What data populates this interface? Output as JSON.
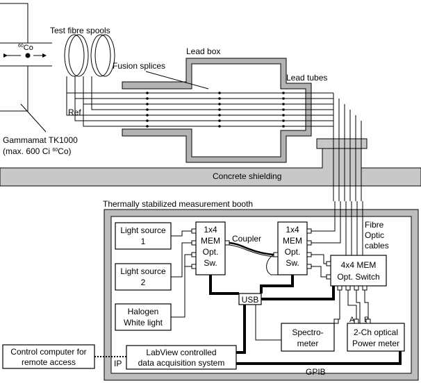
{
  "labels": {
    "source": "Co",
    "source_iso": "60",
    "test_fibre_spools": "Test fibre spools",
    "lead_box": "Lead box",
    "fusion_splices": "Fusion splices",
    "lead_tubes": "Lead tubes",
    "ref": "Ref",
    "gammamat_line1": "Gammamat TK1000",
    "gammamat_line2a": "(max. 600 Ci ",
    "gammamat_iso": "60",
    "gammamat_line2b": "Co)",
    "concrete_shielding": "Concrete shielding",
    "booth": "Thermally stabilized measurement booth",
    "fibre_optic_1": "Fibre",
    "fibre_optic_2": "Optic",
    "fibre_optic_3": "cables",
    "coupler": "Coupler",
    "usb": "USB",
    "gpib": "GPIB",
    "ip": "IP",
    "a": "A",
    "b": "B"
  },
  "boxes": {
    "light_source_1": [
      "Light source",
      "1"
    ],
    "light_source_2": [
      "Light source",
      "2"
    ],
    "halogen": [
      "Halogen",
      "White light"
    ],
    "mem_switch_1": [
      "1x4",
      "MEM",
      "Opt.",
      "Sw."
    ],
    "mem_switch_2": [
      "1x4",
      "MEM",
      "Opt.",
      "Sw."
    ],
    "mem_4x4": [
      "4x4 MEM",
      "Opt. Switch"
    ],
    "spectrometer": [
      "Spectro-",
      "meter"
    ],
    "power_meter": [
      "2-Ch optical",
      "Power meter"
    ],
    "labview": [
      "LabView controlled",
      "data acquisition system"
    ],
    "control_computer": [
      "Control computer for",
      "remote access"
    ]
  }
}
